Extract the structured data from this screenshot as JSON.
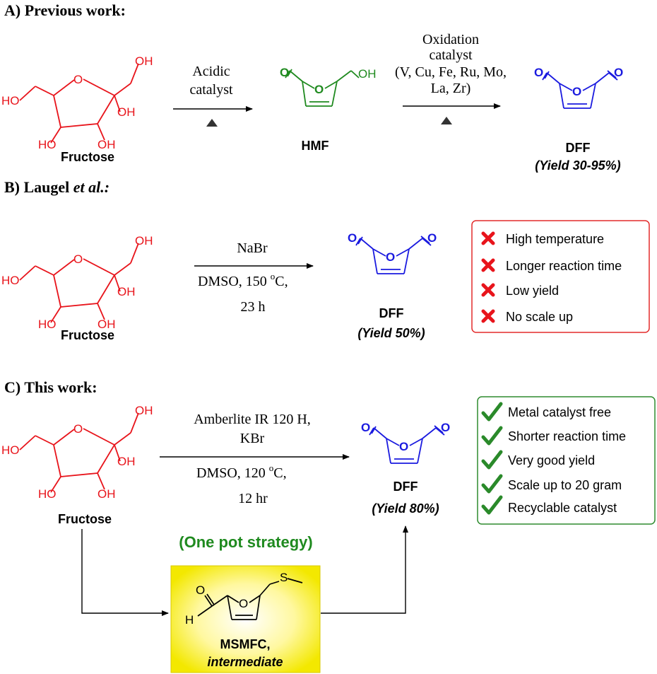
{
  "colors": {
    "fructose": "#e8141b",
    "hmf": "#1f8a1f",
    "dff": "#1a1adf",
    "con_box": "#e32b2b",
    "pro_box": "#2e8b2e",
    "cross": "#e8141b",
    "check": "#2a8a2a",
    "highlight": "#f3e800",
    "strategy": "#1f8a1f"
  },
  "atoms": {
    "oh": "OH",
    "ho": "HO",
    "o": "O",
    "s": "S",
    "h": "H"
  },
  "section_a": {
    "heading": "A) Previous work:",
    "fructose_label": "Fructose",
    "condition1_lines": [
      "Acidic",
      "catalyst"
    ],
    "hmf_label": "HMF",
    "condition2_lines": [
      "Oxidation",
      "catalyst",
      "(V, Cu, Fe, Ru, Mo,",
      "La, Zr)"
    ],
    "dff_label": "DFF",
    "yield": "(Yield 30-95%)"
  },
  "section_b": {
    "heading_main": "B) Laugel ",
    "heading_italic": "et al.:",
    "fructose_label": "Fructose",
    "reagent": "NaBr",
    "conditions_prefix": "DMSO, 150 ",
    "degree_sup": "o",
    "conditions_suffix": "C,",
    "time": "23 h",
    "dff_label": "DFF",
    "yield": "(Yield 50%)",
    "drawbacks": [
      "High temperature",
      "Longer reaction time",
      "Low yield",
      "No scale up"
    ]
  },
  "section_c": {
    "heading": "C) This work:",
    "fructose_label": "Fructose",
    "reagent_line1": "Amberlite IR 120 H,",
    "reagent_line2": "KBr",
    "conditions_prefix": "DMSO, 120 ",
    "degree_sup": "o",
    "conditions_suffix": "C,",
    "time": "12 hr",
    "dff_label": "DFF",
    "yield": "(Yield 80%)",
    "advantages": [
      "Metal catalyst free",
      "Shorter reaction time",
      "Very good yield",
      "Scale up to 20 gram",
      "Recyclable catalyst"
    ],
    "strategy": "(One pot strategy)",
    "intermediate_name": "MSMFC,",
    "intermediate_note": "intermediate"
  }
}
